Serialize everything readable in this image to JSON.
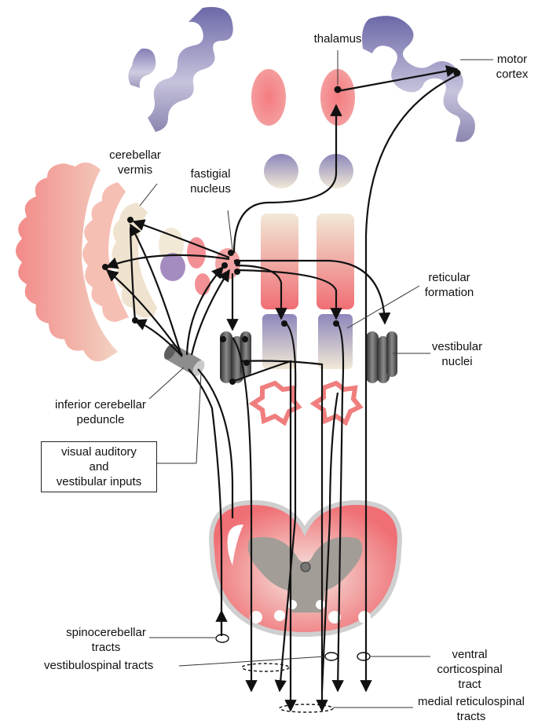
{
  "labels": {
    "thalamus": "thalamus",
    "motor_cortex_1": "motor",
    "motor_cortex_2": "cortex",
    "cerebellar_vermis_1": "cerebellar",
    "cerebellar_vermis_2": "vermis",
    "fastigial_1": "fastigial",
    "fastigial_2": "nucleus",
    "reticular_1": "reticular",
    "reticular_2": "formation",
    "vestibular_1": "vestibular",
    "vestibular_2": "nuclei",
    "icp_1": "inferior cerebellar",
    "icp_2": "peduncle",
    "inputs_1": "visual auditory",
    "inputs_2": "and",
    "inputs_3": "vestibular inputs",
    "spino_1": "spinocerebellar",
    "spino_2": "tracts",
    "vestibulospinal": "vestibulospinal tracts",
    "ventral_1": "ventral",
    "ventral_2": "corticospinal",
    "ventral_3": "tract",
    "medial_1": "medial reticulospinal",
    "medial_2": "tracts"
  },
  "colors": {
    "pink": "#f06e74",
    "cream": "#efe6d2",
    "lavender": "#8b86b9",
    "gray_matter": "#a29c97",
    "nuclei_dark": "#4a4a4a",
    "line": "#111111"
  }
}
